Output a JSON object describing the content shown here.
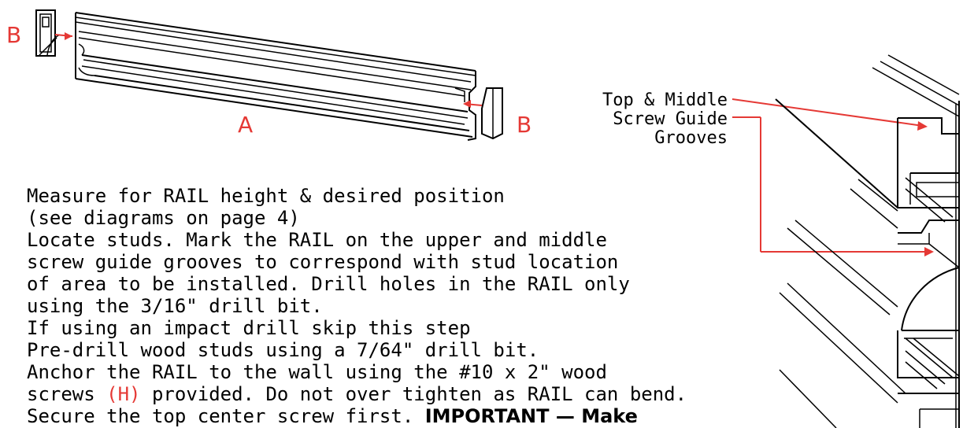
{
  "labels": {
    "part_a": "A",
    "part_b_left": "B",
    "part_b_right": "B",
    "grooves_line1": "Top & Middle",
    "grooves_line2": "Screw Guide",
    "grooves_line3": "Grooves"
  },
  "instructions": {
    "line1": "Measure for RAIL height & desired position",
    "line2": "(see diagrams on page 4)",
    "line3": "Locate studs.  Mark the RAIL on the upper and middle",
    "line4": "screw guide grooves to correspond with stud location",
    "line5": "of area to be installed.  Drill holes in the RAIL only",
    "line6": "using the 3/16\" drill bit.",
    "line7": "If using an impact drill skip this step",
    "line8": "Pre-drill wood studs using a 7/64\" drill bit.",
    "line9": "Anchor the RAIL to the wall using the #10 x 2\" wood",
    "line10_pre": "screws ",
    "line10_h": "(H)",
    "line10_post": " provided. Do not over tighten as RAIL can bend.",
    "line11_pre": "Secure the top center screw first. ",
    "line11_bold": "IMPORTANT — Make"
  },
  "colors": {
    "ink": "#000000",
    "accent": "#e53935",
    "background": "#ffffff"
  }
}
